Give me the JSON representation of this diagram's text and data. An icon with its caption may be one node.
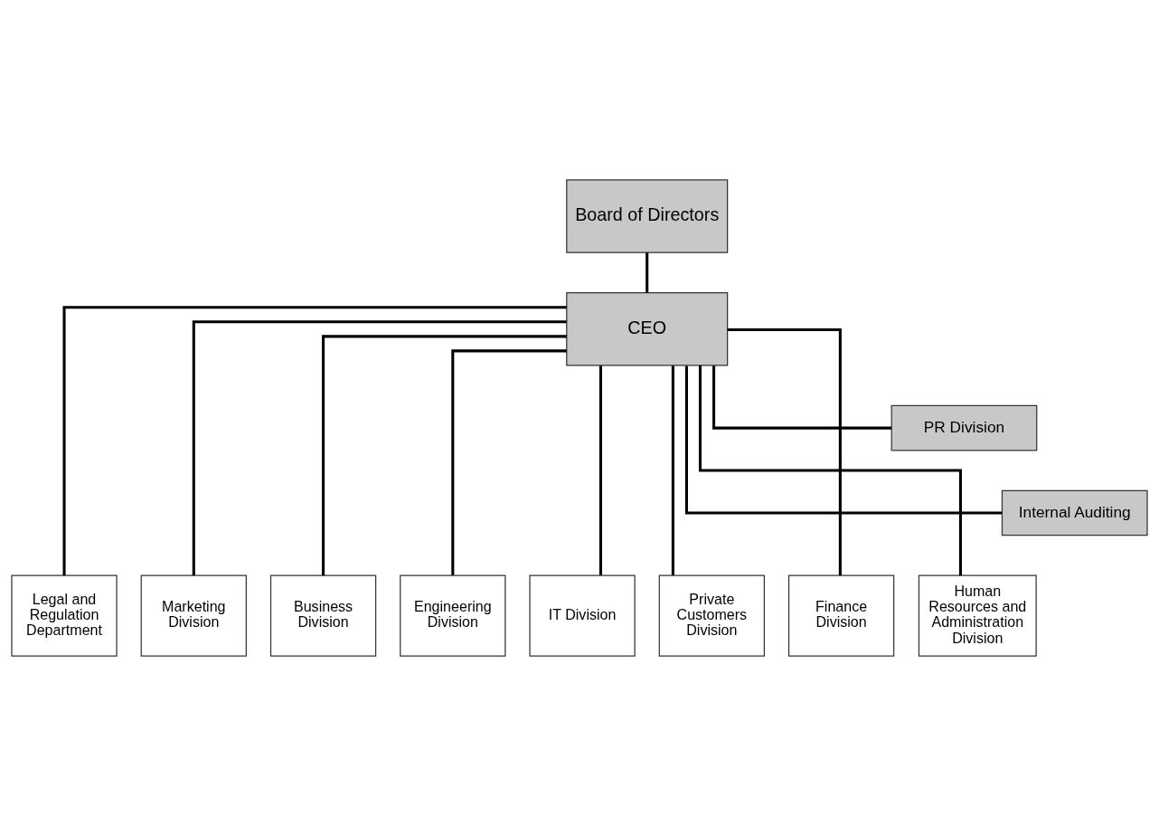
{
  "diagram": {
    "nodes": [
      {
        "text": [
          "Board of Directors"
        ]
      },
      {
        "text": [
          "CEO"
        ]
      },
      {
        "text": [
          "PR Division"
        ]
      },
      {
        "text": [
          "Internal Auditing"
        ]
      },
      {
        "text": [
          "Legal and Regulation Department"
        ]
      },
      {
        "text": [
          "Marketing Division"
        ]
      },
      {
        "text": [
          "Business Division"
        ]
      },
      {
        "text": [
          "Engineering Division"
        ]
      },
      {
        "text": [
          "IT Division"
        ]
      },
      {
        "text": [
          "Private Customers Division"
        ]
      },
      {
        "text": [
          "Finance Division"
        ]
      },
      {
        "text": [
          "Human Resources and Administration Division"
        ]
      }
    ],
    "edges": [
      {
        "from": 0,
        "to": 1,
        "arrow": "none"
      },
      {
        "from": 1,
        "to": 2,
        "arrow": "none"
      },
      {
        "from": 1,
        "to": 3,
        "arrow": "none"
      },
      {
        "from": 1,
        "to": 4,
        "arrow": "none"
      },
      {
        "from": 1,
        "to": 5,
        "arrow": "none"
      },
      {
        "from": 1,
        "to": 6,
        "arrow": "none"
      },
      {
        "from": 1,
        "to": 7,
        "arrow": "none"
      },
      {
        "from": 1,
        "to": 8,
        "arrow": "none"
      },
      {
        "from": 1,
        "to": 9,
        "arrow": "none"
      },
      {
        "from": 1,
        "to": 10,
        "arrow": "none"
      },
      {
        "from": 1,
        "to": 11,
        "arrow": "none"
      }
    ]
  }
}
